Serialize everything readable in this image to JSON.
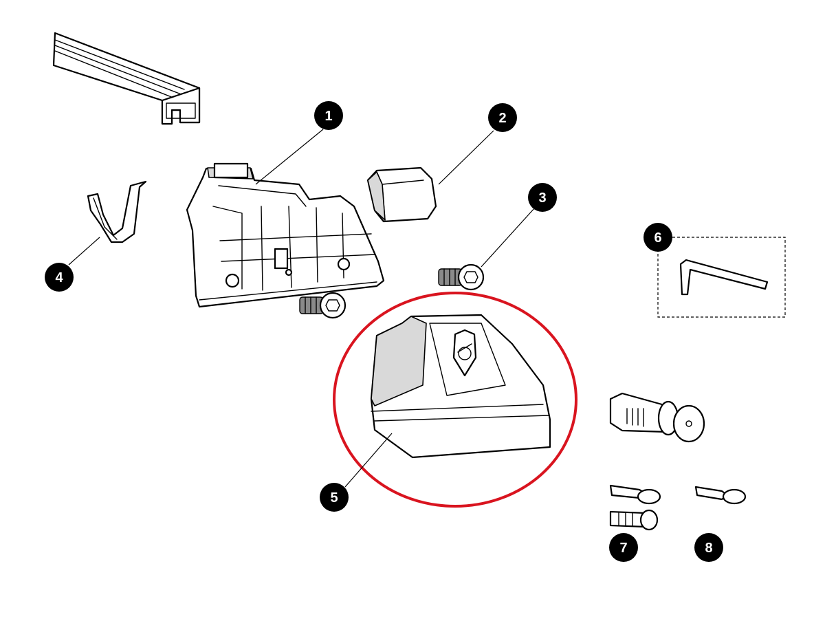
{
  "callouts": {
    "n1": "1",
    "n2": "2",
    "n3": "3",
    "n4": "4",
    "n5": "5",
    "n6": "6",
    "n7": "7",
    "n8": "8"
  },
  "highlight_color": "#d9141f",
  "badge_color": "#000000",
  "icons": {
    "bar": "roof-bar-profile",
    "foot": "rack-foot-bracket",
    "end_cap": "end-cap",
    "screw": "hex-socket-screw",
    "clip": "spring-clip",
    "cover": "foot-cover-with-lock",
    "allen_key": "allen-key",
    "lock_cylinder": "lock-cylinder-with-key",
    "key": "key"
  }
}
